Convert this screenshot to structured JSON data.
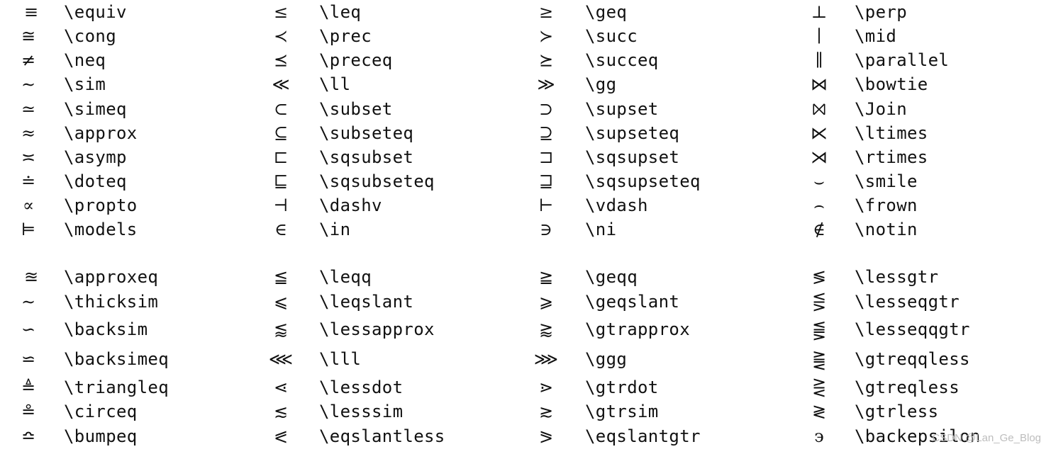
{
  "groups": [
    {
      "rows": [
        [
          {
            "symbol": "≡",
            "command": "\\equiv"
          },
          {
            "symbol": "≤",
            "command": "\\leq"
          },
          {
            "symbol": "≥",
            "command": "\\geq"
          },
          {
            "symbol": "⊥",
            "command": "\\perp"
          }
        ],
        [
          {
            "symbol": "≅",
            "command": "\\cong"
          },
          {
            "symbol": "≺",
            "command": "\\prec"
          },
          {
            "symbol": "≻",
            "command": "\\succ"
          },
          {
            "symbol": "∣",
            "command": "\\mid"
          }
        ],
        [
          {
            "symbol": "≠",
            "command": "\\neq"
          },
          {
            "symbol": "⪯",
            "command": "\\preceq"
          },
          {
            "symbol": "⪰",
            "command": "\\succeq"
          },
          {
            "symbol": "∥",
            "command": "\\parallel"
          }
        ],
        [
          {
            "symbol": "∼",
            "command": "\\sim"
          },
          {
            "symbol": "≪",
            "command": "\\ll"
          },
          {
            "symbol": "≫",
            "command": "\\gg"
          },
          {
            "symbol": "⋈",
            "command": "\\bowtie"
          }
        ],
        [
          {
            "symbol": "≃",
            "command": "\\simeq"
          },
          {
            "symbol": "⊂",
            "command": "\\subset"
          },
          {
            "symbol": "⊃",
            "command": "\\supset"
          },
          {
            "symbol": "⨝",
            "command": "\\Join"
          }
        ],
        [
          {
            "symbol": "≈",
            "command": "\\approx"
          },
          {
            "symbol": "⊆",
            "command": "\\subseteq"
          },
          {
            "symbol": "⊇",
            "command": "\\supseteq"
          },
          {
            "symbol": "⋉",
            "command": "\\ltimes"
          }
        ],
        [
          {
            "symbol": "≍",
            "command": "\\asymp"
          },
          {
            "symbol": "⊏",
            "command": "\\sqsubset"
          },
          {
            "symbol": "⊐",
            "command": "\\sqsupset"
          },
          {
            "symbol": "⋊",
            "command": "\\rtimes"
          }
        ],
        [
          {
            "symbol": "≐",
            "command": "\\doteq"
          },
          {
            "symbol": "⊑",
            "command": "\\sqsubseteq"
          },
          {
            "symbol": "⊒",
            "command": "\\sqsupseteq"
          },
          {
            "symbol": "⌣",
            "command": "\\smile"
          }
        ],
        [
          {
            "symbol": "∝",
            "command": "\\propto"
          },
          {
            "symbol": "⊣",
            "command": "\\dashv"
          },
          {
            "symbol": "⊢",
            "command": "\\vdash"
          },
          {
            "symbol": "⌢",
            "command": "\\frown"
          }
        ],
        [
          {
            "symbol": "⊨",
            "command": "\\models"
          },
          {
            "symbol": "∈",
            "command": "\\in"
          },
          {
            "symbol": "∋",
            "command": "\\ni"
          },
          {
            "symbol": "∉",
            "command": "\\notin"
          }
        ]
      ]
    },
    {
      "rows": [
        [
          {
            "symbol": "≊",
            "command": "\\approxeq"
          },
          {
            "symbol": "≦",
            "command": "\\leqq"
          },
          {
            "symbol": "≧",
            "command": "\\geqq"
          },
          {
            "symbol": "≶",
            "command": "\\lessgtr"
          }
        ],
        [
          {
            "symbol": "∼",
            "command": "\\thicksim"
          },
          {
            "symbol": "⩽",
            "command": "\\leqslant"
          },
          {
            "symbol": "⩾",
            "command": "\\geqslant"
          },
          {
            "symbol": "⋚",
            "command": "\\lesseqgtr"
          }
        ],
        [
          {
            "symbol": "∽",
            "command": "\\backsim"
          },
          {
            "symbol": "⪅",
            "command": "\\lessapprox"
          },
          {
            "symbol": "⪆",
            "command": "\\gtrapprox"
          },
          {
            "symbol": "⪋",
            "command": "\\lesseqqgtr"
          }
        ],
        [
          {
            "symbol": "⋍",
            "command": "\\backsimeq"
          },
          {
            "symbol": "⋘",
            "command": "\\lll"
          },
          {
            "symbol": "⋙",
            "command": "\\ggg"
          },
          {
            "symbol": "⪌",
            "command": "\\gtreqqless"
          }
        ],
        [
          {
            "symbol": "≜",
            "command": "\\triangleq"
          },
          {
            "symbol": "⋖",
            "command": "\\lessdot"
          },
          {
            "symbol": "⋗",
            "command": "\\gtrdot"
          },
          {
            "symbol": "⋛",
            "command": "\\gtreqless"
          }
        ],
        [
          {
            "symbol": "≗",
            "command": "\\circeq"
          },
          {
            "symbol": "≲",
            "command": "\\lesssim"
          },
          {
            "symbol": "≳",
            "command": "\\gtrsim"
          },
          {
            "symbol": "≷",
            "command": "\\gtrless"
          }
        ],
        [
          {
            "symbol": "≏",
            "command": "\\bumpeq"
          },
          {
            "symbol": "⪕",
            "command": "\\eqslantless"
          },
          {
            "symbol": "⪖",
            "command": "\\eqslantgtr"
          },
          {
            "symbol": "϶",
            "command": "\\backepsilon"
          }
        ]
      ]
    }
  ],
  "watermark": "CSDN @Lan_Ge_Blog"
}
